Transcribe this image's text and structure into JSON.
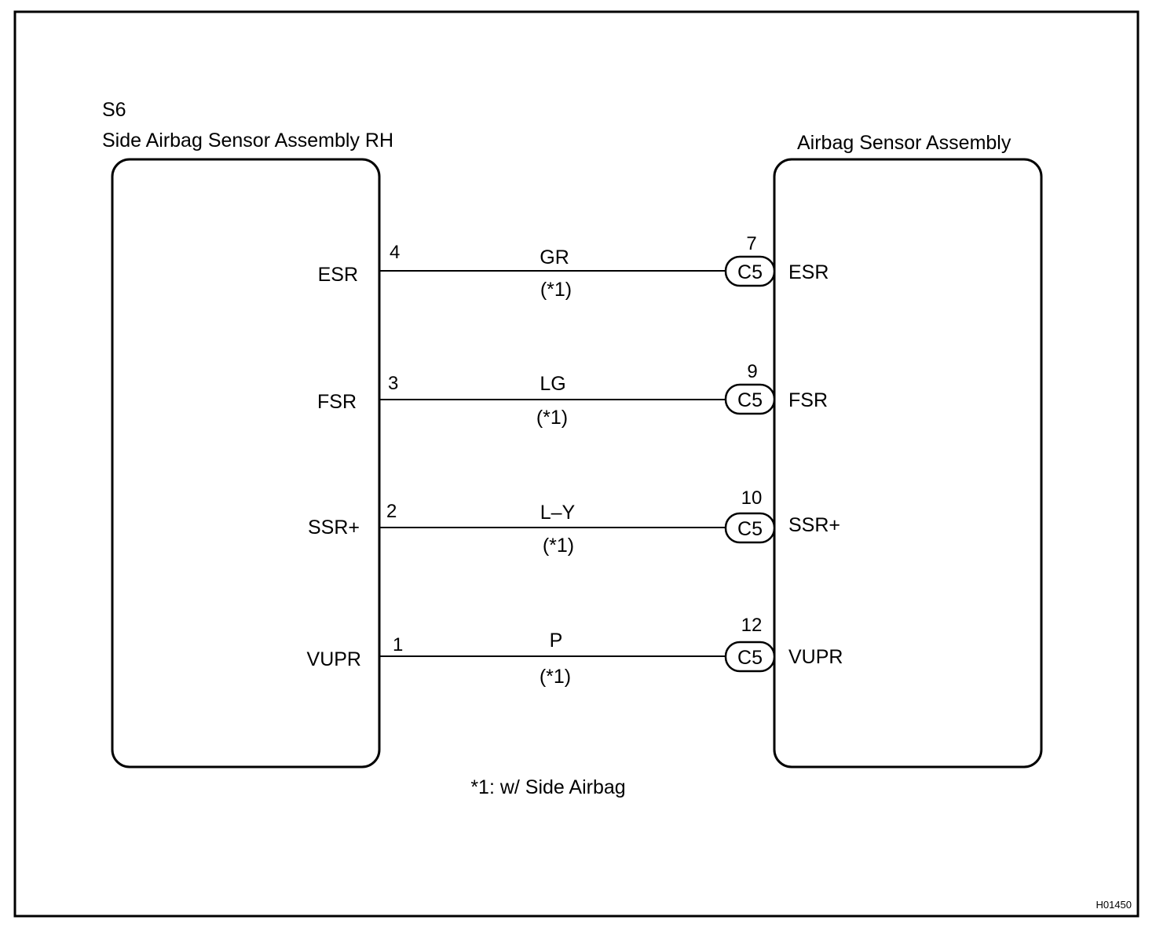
{
  "left_component": {
    "code": "S6",
    "name": "Side Airbag Sensor Assembly RH"
  },
  "right_component": {
    "name": "Airbag Sensor Assembly"
  },
  "connector_name": "C5",
  "wires": [
    {
      "left_terminal": "ESR",
      "left_pin": "4",
      "color": "GR",
      "note": "(*1)",
      "right_pin": "7",
      "connector": "C5",
      "right_terminal": "ESR"
    },
    {
      "left_terminal": "FSR",
      "left_pin": "3",
      "color": "LG",
      "note": "(*1)",
      "right_pin": "9",
      "connector": "C5",
      "right_terminal": "FSR"
    },
    {
      "left_terminal": "SSR+",
      "left_pin": "2",
      "color": "L–Y",
      "note": "(*1)",
      "right_pin": "10",
      "connector": "C5",
      "right_terminal": "SSR+"
    },
    {
      "left_terminal": "VUPR",
      "left_pin": "1",
      "color": "P",
      "note": "(*1)",
      "right_pin": "12",
      "connector": "C5",
      "right_terminal": "VUPR"
    }
  ],
  "footnote": "*1: w/ Side Airbag",
  "drawing_code": "H01450"
}
